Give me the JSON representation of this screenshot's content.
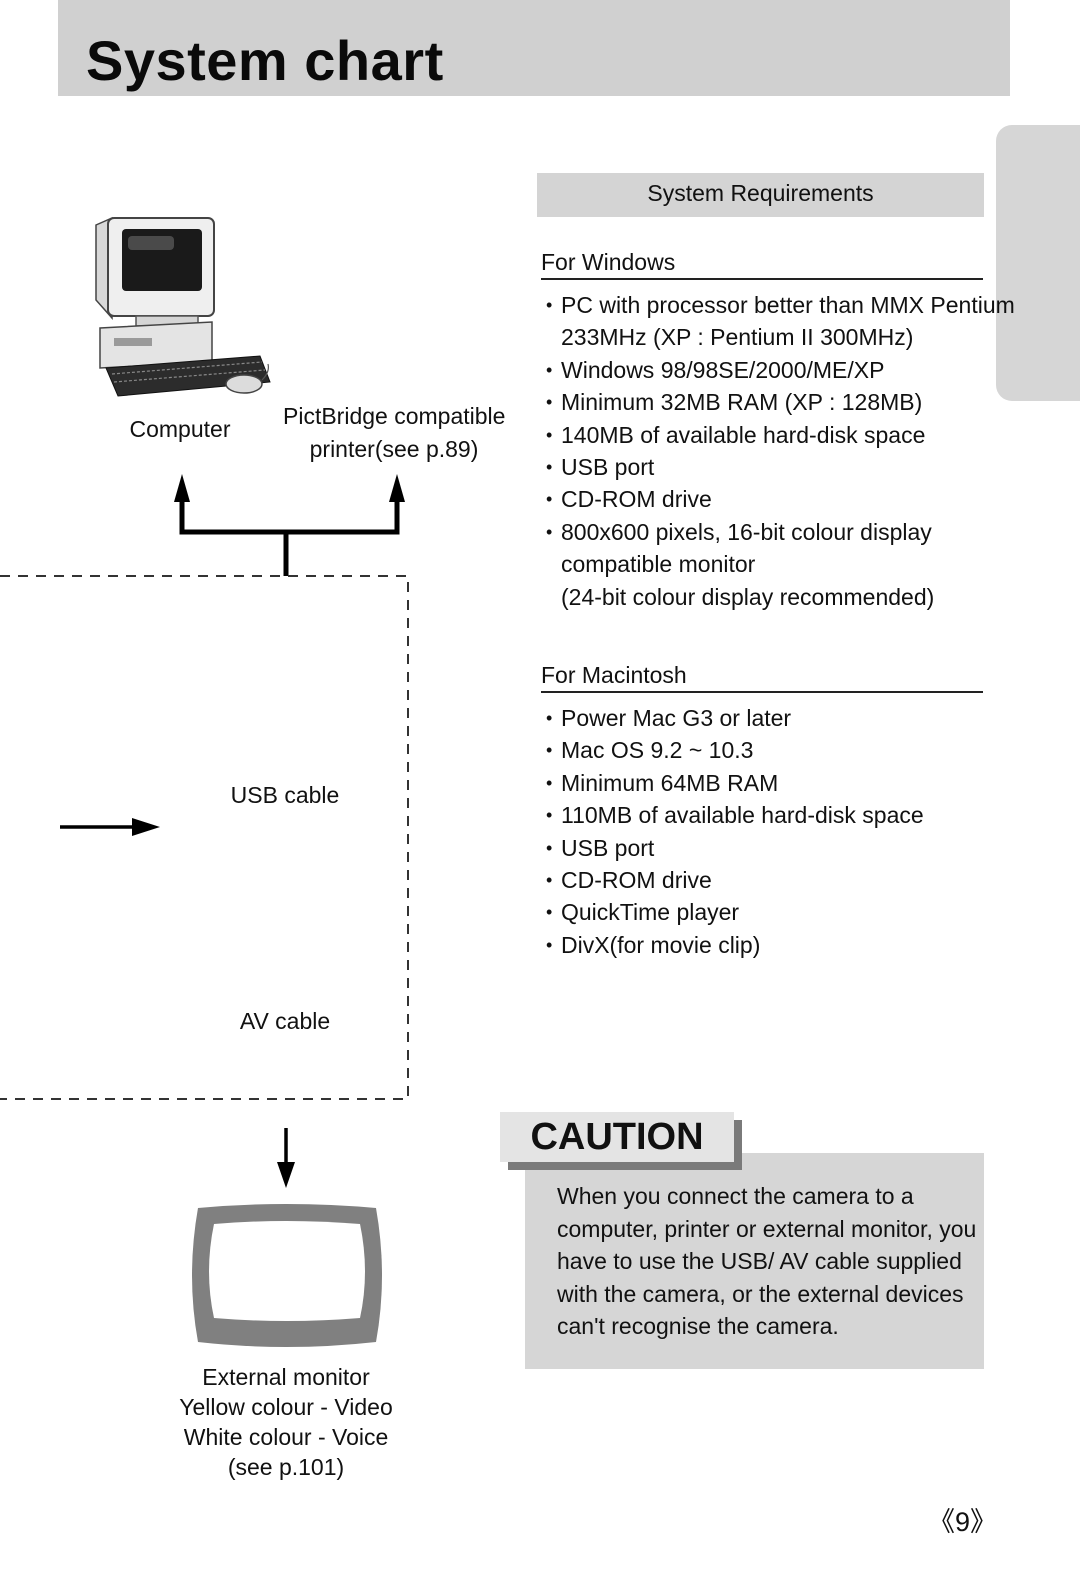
{
  "header": {
    "title": "System chart"
  },
  "diagram": {
    "computer_label": "Computer",
    "printer_label": [
      "PictBridge compatible",
      "printer(see p.89)"
    ],
    "usb_cable_label": "USB cable",
    "av_cable_label": "AV cable",
    "monitor_label": [
      "External monitor",
      "Yellow colour - Video",
      "White colour - Voice",
      "(see p.101)"
    ]
  },
  "requirements": {
    "title": "System Requirements",
    "windows": {
      "heading": "For Windows",
      "items": [
        [
          "PC with processor better than MMX Pentium",
          "233MHz (XP : Pentium II 300MHz)"
        ],
        [
          "Windows 98/98SE/2000/ME/XP"
        ],
        [
          "Minimum 32MB RAM (XP : 128MB)"
        ],
        [
          "140MB of available hard-disk space"
        ],
        [
          "USB port"
        ],
        [
          "CD-ROM drive"
        ],
        [
          "800x600 pixels, 16-bit colour display",
          "compatible monitor",
          "(24-bit colour display recommended)"
        ]
      ]
    },
    "macintosh": {
      "heading": "For Macintosh",
      "items": [
        [
          "Power Mac G3 or later"
        ],
        [
          "Mac OS 9.2 ~ 10.3"
        ],
        [
          "Minimum 64MB RAM"
        ],
        [
          "110MB of available hard-disk space"
        ],
        [
          "USB port"
        ],
        [
          "CD-ROM drive"
        ],
        [
          "QuickTime player"
        ],
        [
          "DivX(for movie clip)"
        ]
      ]
    }
  },
  "caution": {
    "label": "CAUTION",
    "lines": [
      "When you connect the camera to a",
      "computer, printer or external monitor, you",
      "have to use the USB/ AV cable supplied",
      "with the camera, or the external devices",
      "can't recognise the camera."
    ]
  },
  "page_number": "《9》"
}
